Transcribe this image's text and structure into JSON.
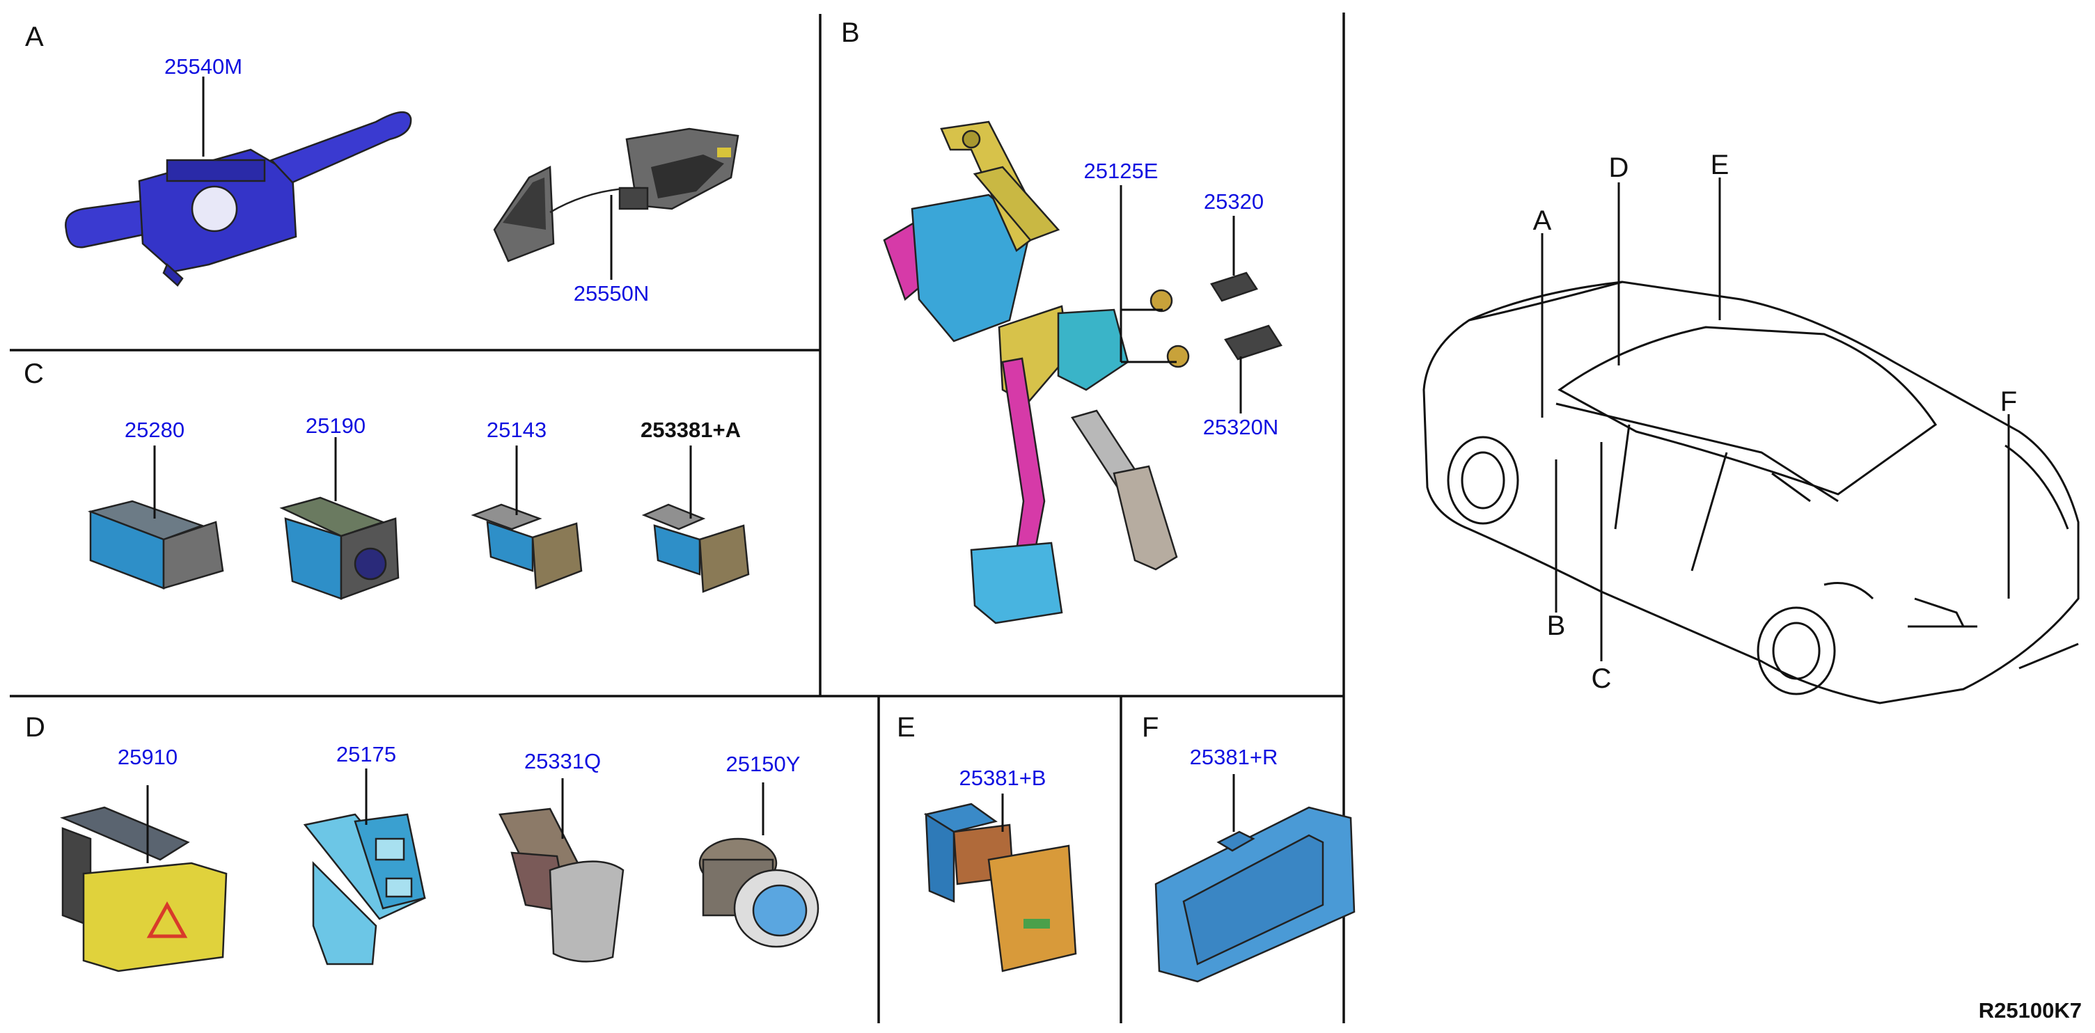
{
  "sections": {
    "A": "A",
    "B": "B",
    "C": "C",
    "D": "D",
    "E": "E",
    "F": "F"
  },
  "parts": {
    "p25540M": "25540M",
    "p25550N": "25550N",
    "p25125E": "25125E",
    "p25320": "25320",
    "p25320N": "25320N",
    "p25280": "25280",
    "p25190": "25190",
    "p25143": "25143",
    "p253381A": "253381+A",
    "p25910": "25910",
    "p25175": "25175",
    "p25331Q": "25331Q",
    "p25150Y": "25150Y",
    "p25381B": "25381+B",
    "p25381R": "25381+R"
  },
  "car_callouts": {
    "A": "A",
    "B": "B",
    "C": "C",
    "D": "D",
    "E": "E",
    "F": "F"
  },
  "diagram_code": "R25100K7",
  "colors": {
    "part_number_text": "#1010e0",
    "stalk_blue": "#3a3ad0",
    "switch_teal": "#2e8fc8",
    "hazard_yellow": "#e0d23c",
    "caution_red": "#d83a2a",
    "pedal_magenta": "#d63aa8",
    "pedal_yellow": "#d7c24a",
    "rocker_orange": "#d89a3a",
    "panel_blue": "#4a9ad6"
  }
}
